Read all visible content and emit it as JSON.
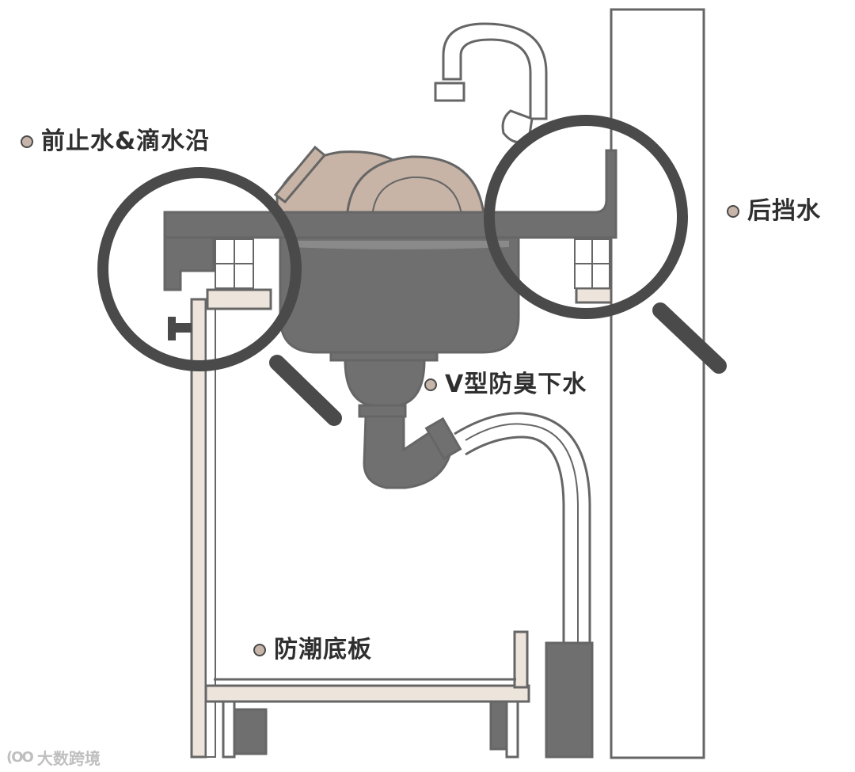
{
  "colors": {
    "outline": "#666666",
    "sink_gray": "#6f6f6f",
    "pipe_gray": "#707070",
    "plates": "#c7b4a6",
    "board": "#ede4dc",
    "magnifier": "#4a4a4a",
    "dot_fill": "#c8b5aa",
    "label_text": "#2f2f2f",
    "watermark": "#bfbfbf"
  },
  "callouts": {
    "front_drip_edge": "前止水&滴水沿",
    "back_splash": "后挡水",
    "v_drain": "V型防臭下水",
    "moisture_board": "防潮底板"
  },
  "watermark": {
    "logo": "(OO",
    "text": "大数跨境"
  }
}
